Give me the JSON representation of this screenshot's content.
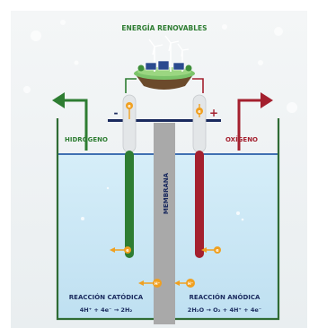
{
  "title": "ENERGÍA RENOVABLES",
  "left_label": "HIDRÓGENO",
  "right_label": "OXÍGENO",
  "minus_sign": "-",
  "plus_sign": "+",
  "membrane_label": "MEMBRANA",
  "cathode": {
    "title": "REACCIÓN CATÓDICA",
    "equation": "4H⁺ + 4e⁻ → 2H₂"
  },
  "anode": {
    "title": "REACCIÓN ANÓDICA",
    "equation": "2H₂O → O₂ + 4H⁺ + 4e⁻"
  },
  "ion_symbol": "H⁺",
  "electron_symbol": "e",
  "colors": {
    "cathode_green": "#2e7d32",
    "anode_red": "#a4202e",
    "wire_navy": "#1a2a5e",
    "membrane_gray": "#a9a9a9",
    "water_blue": "#cde8f6",
    "vessel_green": "#2f6b34",
    "electron_orange": "#f0a020"
  }
}
